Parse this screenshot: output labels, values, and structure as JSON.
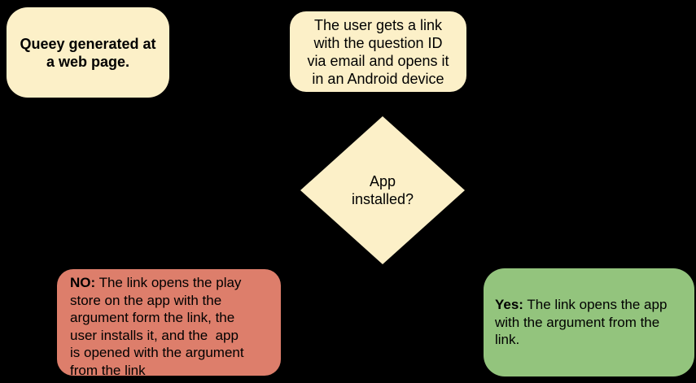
{
  "colors": {
    "background": "#000000",
    "cream": "#FCF0C8",
    "red": "#DD7E6B",
    "green": "#93C47D",
    "text": "#000000"
  },
  "nodes": {
    "web_page": {
      "text": "Queey generated at\na web page."
    },
    "email_link": {
      "text": "The user gets a link\nwith the question ID\nvia email and opens it\nin an Android device"
    },
    "decision": {
      "text": "App\ninstalled?"
    },
    "no_branch": {
      "label": "NO:",
      "text": " The link opens the play\nstore on the app with the\nargument form the link, the\nuser installs it, and the  app\nis opened with the argument\nfrom the link"
    },
    "yes_branch": {
      "label": "Yes:",
      "text": " The link opens the app\nwith the argument from the\nlink."
    }
  }
}
